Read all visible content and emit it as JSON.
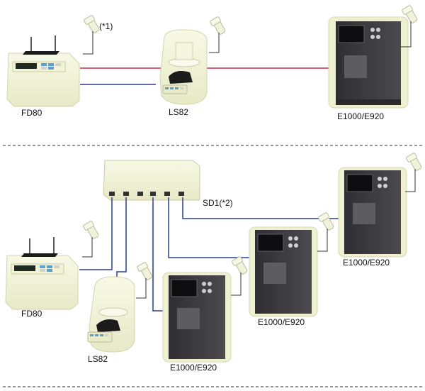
{
  "colors": {
    "cable_red": "#c0284a",
    "cable_blue": "#2a3f8f",
    "device_body": "#f3f4d6",
    "device_edge": "#d6d8b4",
    "terminal_body": "#3b3b3e",
    "divider": "#333333"
  },
  "top_section": {
    "note_label": "(*1)",
    "fd80_label": "FD80",
    "ls82_label": "LS82",
    "terminal_label": "E1000/E920"
  },
  "bottom_section": {
    "hub_label": "SD1(*2)",
    "fd80_label": "FD80",
    "ls82_label": "LS82",
    "terminals": [
      {
        "label": "E1000/E920"
      },
      {
        "label": "E1000/E920"
      },
      {
        "label": "E1000/E920"
      }
    ]
  }
}
